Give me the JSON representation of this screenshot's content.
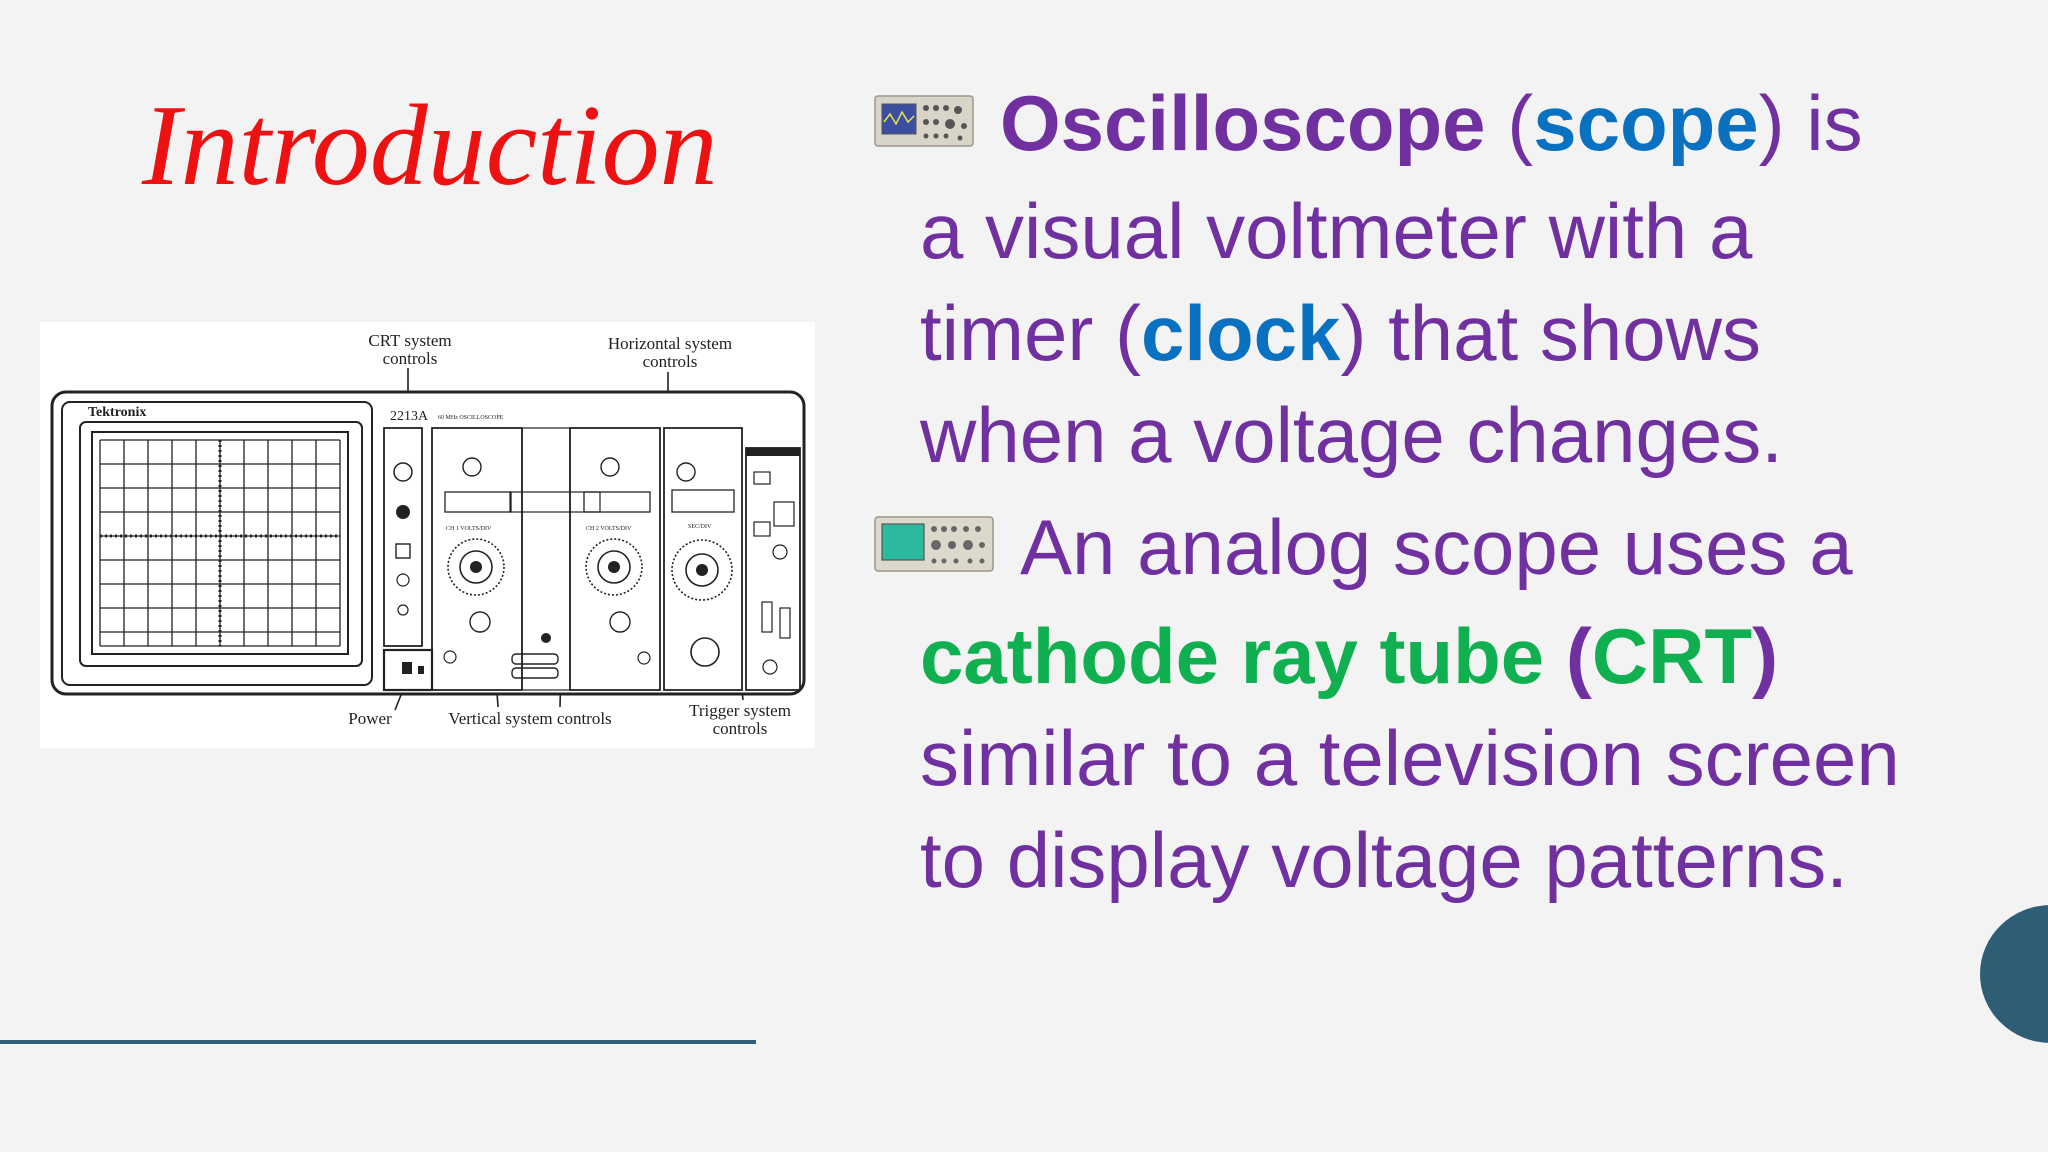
{
  "slide": {
    "title": "Introduction",
    "diagram": {
      "brand": "Tektronix",
      "model": "2213A",
      "model_sub": "60 MHz OSCILLOSCOPE",
      "callouts": {
        "crt_l1": "CRT system",
        "crt_l2": "controls",
        "horiz_l1": "Horizontal system",
        "horiz_l2": "controls",
        "power": "Power",
        "vertical": "Vertical system controls",
        "trigger_l1": "Trigger system",
        "trigger_l2": "controls"
      },
      "panel_labels": {
        "ch1": "CH 1 VOLTS/DIV",
        "ch2": "CH 2 VOLTS/DIV",
        "sec": "SEC/DIV"
      }
    },
    "bullets": [
      {
        "icon": "oscilloscope-icon",
        "term": "Oscilloscope",
        "open": " (",
        "alias": "scope",
        "close_is": ") is",
        "line2": "a visual voltmeter with a",
        "line3_a": "timer (",
        "line3_clock": "clock",
        "line3_b": ") that shows",
        "line4": "when a voltage changes."
      },
      {
        "icon": "analog-scope-icon",
        "line1": "An analog scope uses a",
        "crt_term": "cathode ray tube ",
        "crt_abbr": "(CRT)",
        "line3": "similar to a television screen",
        "line4": "to display voltage patterns."
      }
    ]
  },
  "colors": {
    "title": "#ee1111",
    "body_text": "#7030a0",
    "highlight_blue": "#0a70c0",
    "highlight_green": "#10b050",
    "accent": "#2d5e76"
  }
}
